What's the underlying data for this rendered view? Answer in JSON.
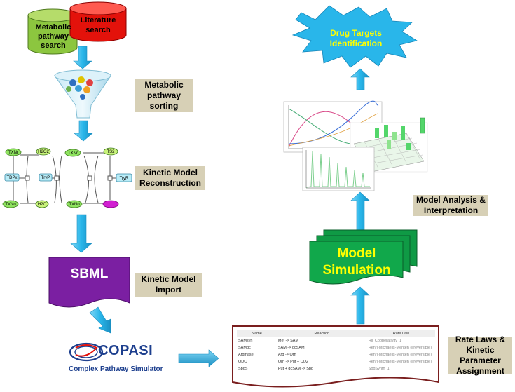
{
  "databases": {
    "metabolic": "Metabolic pathway search",
    "literature": "Literature search"
  },
  "steps": {
    "sorting": "Metabolic pathway sorting",
    "reconstruction": "Kinetic Model Reconstruction",
    "import": "Kinetic Model Import",
    "rate_laws": "Rate Laws & Kinetic Parameter Assignment",
    "analysis": "Model Analysis & Interpretation"
  },
  "sbml": {
    "label": "SBML"
  },
  "copasi": {
    "name": "COPASI",
    "tagline": "Complex Pathway Simulator"
  },
  "simulation": {
    "label": "Model Simulation"
  },
  "drug_targets": {
    "label": "Drug Targets Identification"
  },
  "network": {
    "nodes": [
      "TXNr",
      "H2O2",
      "TXNr",
      "TS2",
      "TDPx",
      "TryP",
      "TryR",
      "TXNo",
      "H2O",
      "TXNo"
    ]
  },
  "rate_table": {
    "headers": [
      "Name",
      "Reaction",
      "Rate Law"
    ],
    "rows": [
      {
        "name": "SAMsyn",
        "reaction": "Met -> SAM",
        "rate": "Hill Cooperativity_1"
      },
      {
        "name": "SAMdc",
        "reaction": "SAM -> dcSAM",
        "rate": "Henri-Michaelis-Menten (irreversible)_"
      },
      {
        "name": "Arginase",
        "reaction": "Arg -> Orn",
        "rate": "Henri-Michaelis-Menten (irreversible)_"
      },
      {
        "name": "ODC",
        "reaction": "Orn -> Put + CO2",
        "rate": "Henri-Michaelis-Menten (irreversible)_"
      },
      {
        "name": "SpdS",
        "reaction": "Put + dcSAM -> Spd",
        "rate": "SpdSynth_1"
      }
    ]
  },
  "plot_text": {
    "title": "Concentrations, Volumes, and Glo"
  },
  "colors": {
    "arrow": "#29b6ea",
    "label_box": "#d7d0b6",
    "simulation_green": "#0f9a45",
    "drug_star": "#29b6ea",
    "drug_text": "#ffff00",
    "sbml_purple": "#7b1fa2",
    "table_frame": "#7a1e1e"
  }
}
